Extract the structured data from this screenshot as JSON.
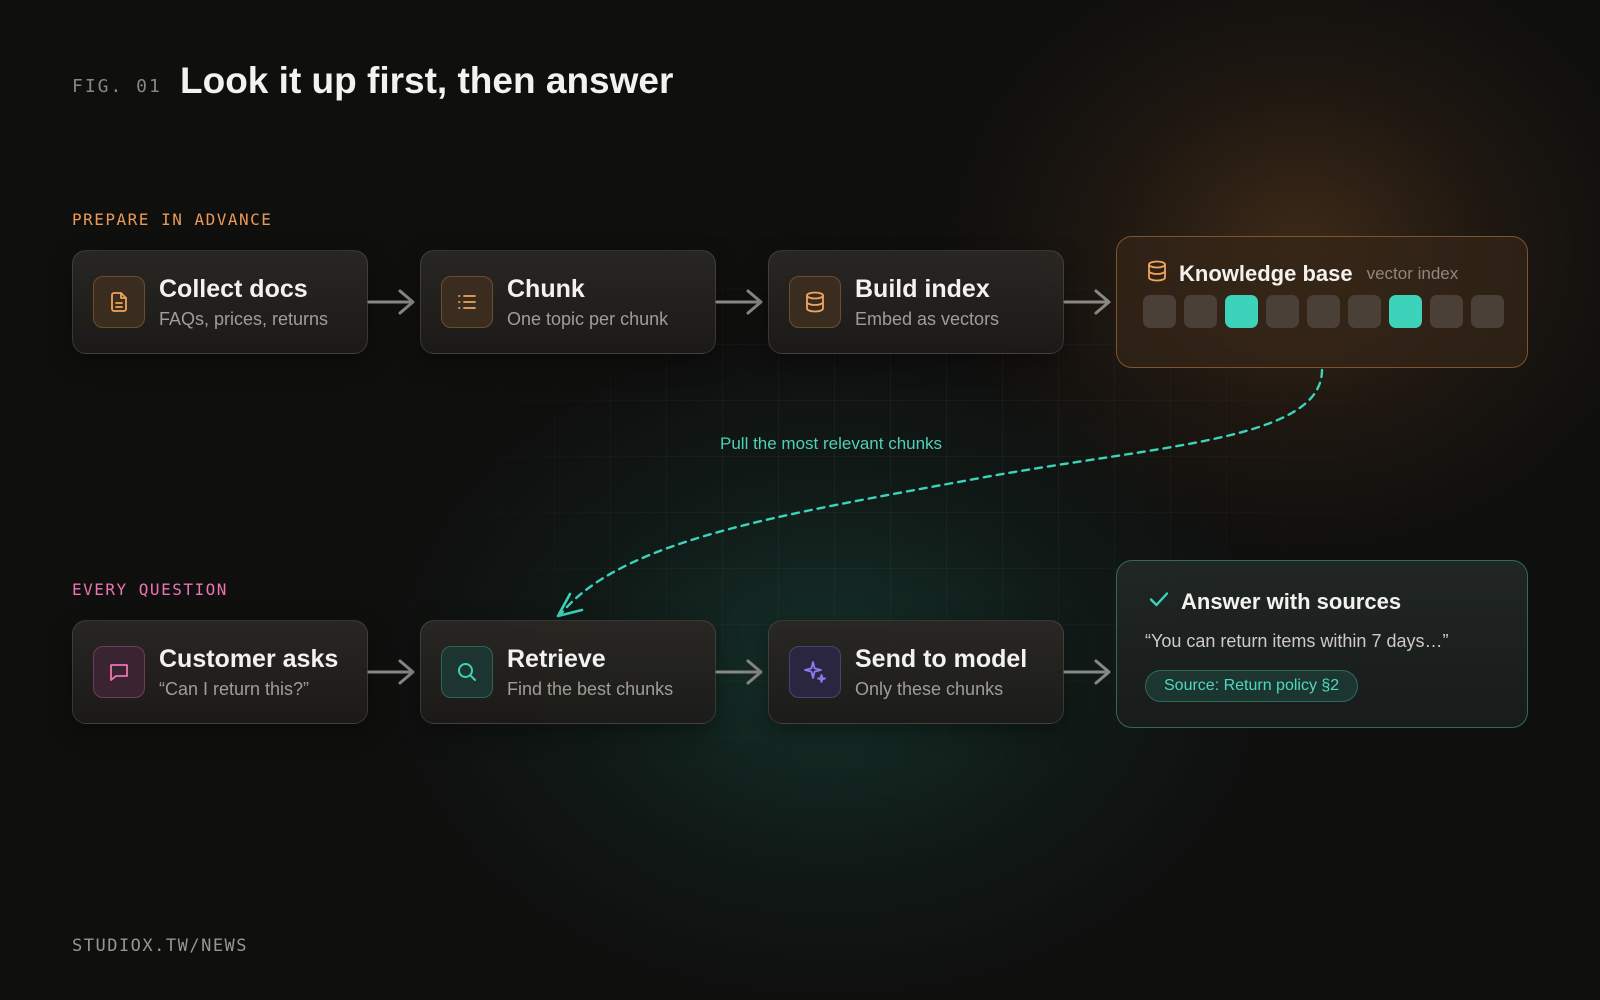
{
  "figure": {
    "label": "FIG. 01",
    "title": "Look it up first, then answer"
  },
  "sections": {
    "prepare": "PREPARE IN ADVANCE",
    "every": "EVERY QUESTION"
  },
  "prepare_steps": [
    {
      "title": "Collect docs",
      "subtitle": "FAQs, prices, returns",
      "icon": "document-icon"
    },
    {
      "title": "Chunk",
      "subtitle": "One topic per chunk",
      "icon": "list-icon"
    },
    {
      "title": "Build index",
      "subtitle": "Embed as vectors",
      "icon": "database-icon"
    }
  ],
  "knowledge_base": {
    "title": "Knowledge base",
    "tag": "vector index",
    "icon": "database-icon",
    "cells": [
      false,
      false,
      true,
      false,
      false,
      false,
      true,
      false,
      false
    ]
  },
  "connector": {
    "label": "Pull the most relevant chunks"
  },
  "question_steps": [
    {
      "title": "Customer asks",
      "subtitle": "“Can I return this?”",
      "icon": "chat-bubble-icon"
    },
    {
      "title": "Retrieve",
      "subtitle": "Find the best chunks",
      "icon": "search-icon"
    },
    {
      "title": "Send to model",
      "subtitle": "Only these chunks",
      "icon": "sparkle-icon"
    }
  ],
  "answer": {
    "title": "Answer with sources",
    "quote": "“You can return items within 7 days…”",
    "source": "Source: Return policy §2",
    "icon": "check-icon"
  },
  "footer": "STUDIOX.TW/NEWS",
  "colors": {
    "background": "#0f0f0e",
    "orange_accent": "#e89a58",
    "pink_accent": "#ec74b4",
    "teal_accent": "#3dd2ba",
    "purple_accent": "#8a7cf0"
  }
}
